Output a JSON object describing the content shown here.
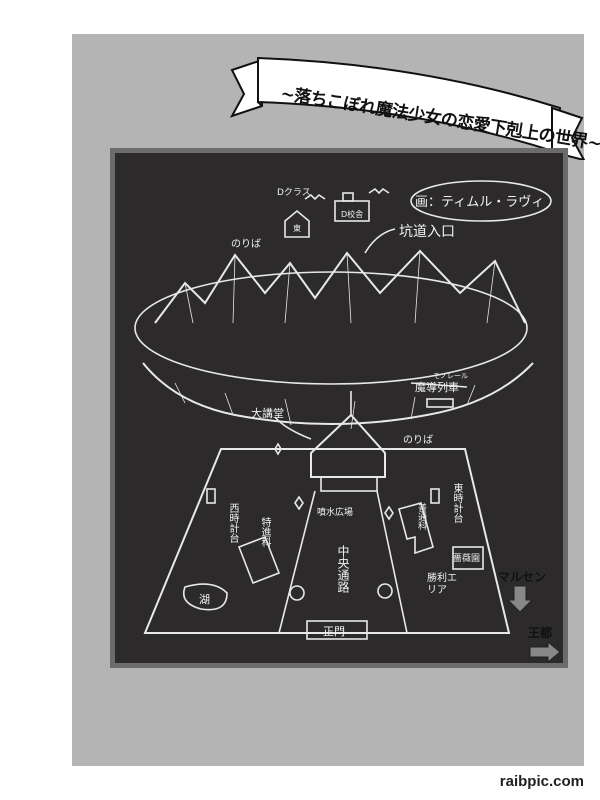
{
  "banner": {
    "title": "~落ちこぼれ魔法少女の恋愛下剋上の世界~"
  },
  "map": {
    "illustrator_credit": "画：ティムル・ラヴィ",
    "d_class": "Dクラス",
    "d_building": "D校舎",
    "east_label": "東",
    "noriba_top": "のりば",
    "tunnel_entrance": "坑道入口",
    "monorail_ruby": "モノレール",
    "monorail": "魔導列車",
    "great_hall": "大講堂",
    "noriba_bottom": "のりば",
    "west_clock": "西時計台",
    "east_clock": "東時計台",
    "special_building": "特進科",
    "fountain_plaza": "噴水広場",
    "central_road": "中央通路",
    "regular_building": "普通科",
    "rose_garden": "薔薇園",
    "victory_area": "勝利エリア",
    "lake": "湖",
    "main_gate": "正門",
    "marsen": "マルセン",
    "capital": "王都"
  },
  "watermark": "raibpic.com"
}
